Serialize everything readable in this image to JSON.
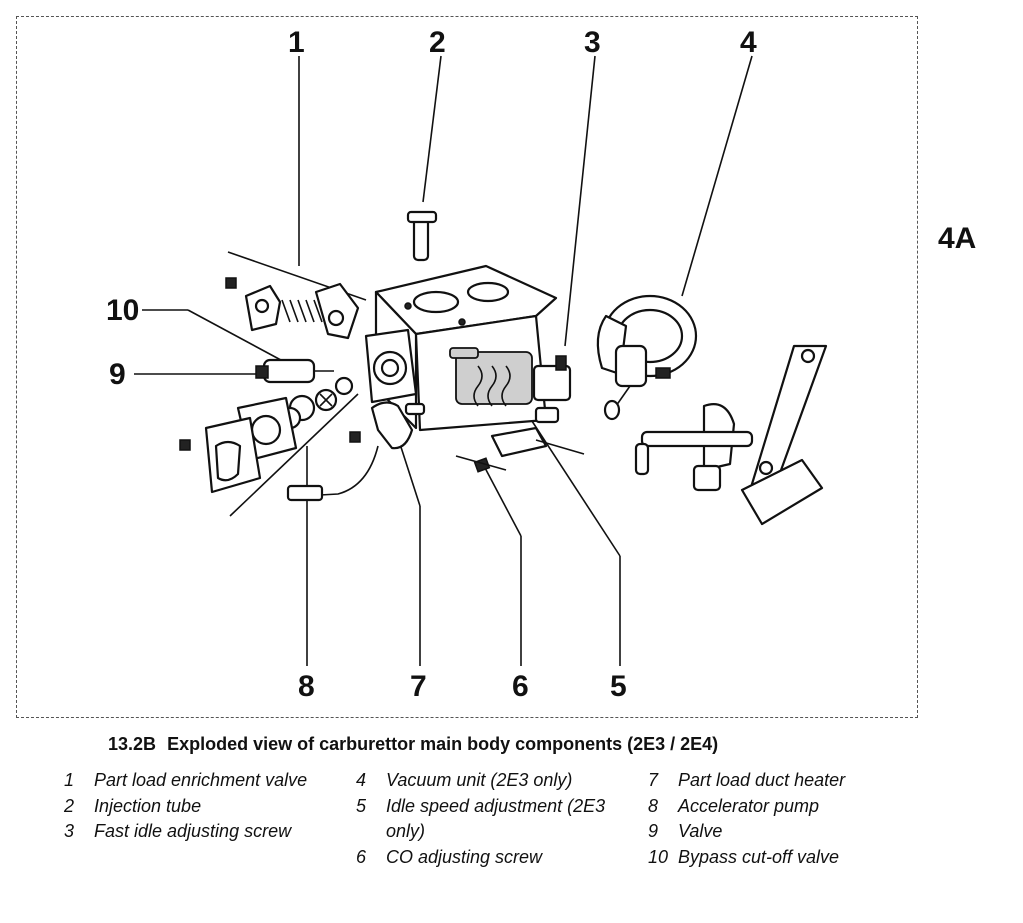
{
  "section_tag": "4A",
  "callouts": {
    "c1": "1",
    "c2": "2",
    "c3": "3",
    "c4": "4",
    "c5": "5",
    "c6": "6",
    "c7": "7",
    "c8": "8",
    "c9": "9",
    "c10": "10"
  },
  "caption": {
    "number": "13.2B",
    "text": "Exploded view of carburettor main body components (2E3 / 2E4)"
  },
  "legend": {
    "col1": [
      {
        "num": "1",
        "text": "Part load enrichment valve"
      },
      {
        "num": "2",
        "text": "Injection tube"
      },
      {
        "num": "3",
        "text": "Fast idle adjusting screw"
      }
    ],
    "col2": [
      {
        "num": "4",
        "text": "Vacuum unit (2E3 only)"
      },
      {
        "num": "5",
        "text": "Idle speed adjustment (2E3 only)"
      },
      {
        "num": "6",
        "text": "CO adjusting screw"
      }
    ],
    "col3": [
      {
        "num": "7",
        "text": "Part load duct heater"
      },
      {
        "num": "8",
        "text": "Accelerator pump"
      },
      {
        "num": "9",
        "text": "Valve"
      },
      {
        "num": "10",
        "text": "Bypass cut-off valve"
      }
    ]
  }
}
